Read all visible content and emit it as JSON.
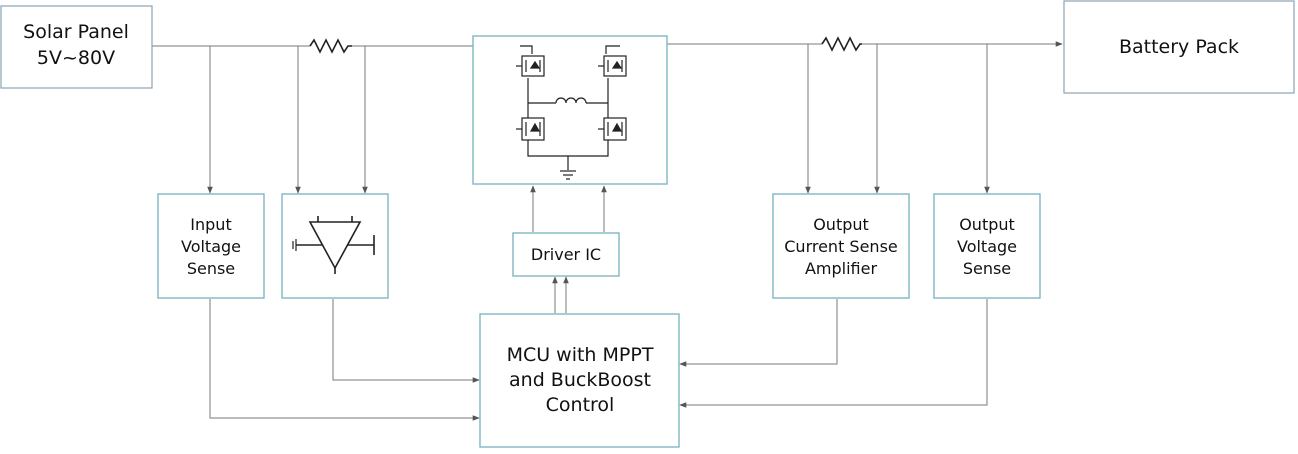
{
  "solar_panel": {
    "lines": [
      "Solar Panel",
      "5V~80V"
    ]
  },
  "battery_pack": {
    "label": "Battery Pack"
  },
  "input_voltage_sense": {
    "lines": [
      "Input",
      "Voltage",
      "Sense"
    ]
  },
  "driver_ic": {
    "label": "Driver IC"
  },
  "output_current_sense": {
    "lines": [
      "Output",
      "Current Sense",
      "Amplifier"
    ]
  },
  "output_voltage_sense": {
    "lines": [
      "Output",
      "Voltage",
      "Sense"
    ]
  },
  "mcu": {
    "lines": [
      "MCU with MPPT",
      "and BuckBoost",
      "Control"
    ]
  },
  "colors": {
    "box_border": "#8aa4b4",
    "box_border_teal": "#7fb7c4",
    "wire": "#7a7a7a",
    "symbol": "#222222"
  },
  "icons": [
    "resistor-icon",
    "amplifier-icon",
    "mosfet-icon",
    "inductor-icon",
    "ground-icon",
    "arrow-icon"
  ]
}
